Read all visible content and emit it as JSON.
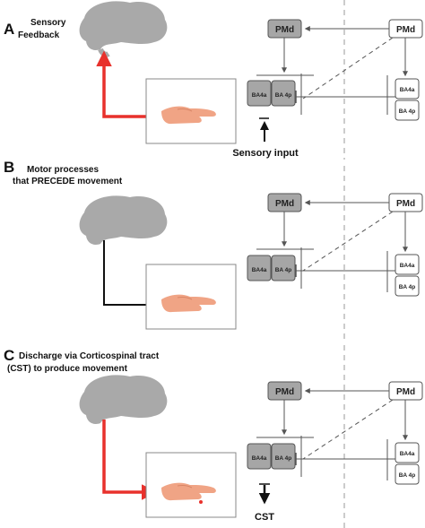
{
  "panels": [
    {
      "letter": "A",
      "caption_lines": [
        "Sensory",
        "Feedback"
      ],
      "signal_mode": "feedback",
      "arrow_color": "#e8312c",
      "node_left": "PMd",
      "node_right": "PMd",
      "area_left_a": "BA4a",
      "area_left_b": "BA 4p",
      "area_right_a": "BA4a",
      "area_right_b": "BA 4p",
      "io_label": "Sensory input",
      "io_direction": "up"
    },
    {
      "letter": "B",
      "caption_lines": [
        "Motor processes",
        "that PRECEDE movement"
      ],
      "signal_mode": "preceding",
      "arrow_color": "#111111",
      "node_left": "PMd",
      "node_right": "PMd",
      "area_left_a": "BA4a",
      "area_left_b": "BA 4p",
      "area_right_a": "BA4a",
      "area_right_b": "BA 4p",
      "io_label": "",
      "io_direction": "none"
    },
    {
      "letter": "C",
      "caption_lines": [
        "Discharge via Corticospinal tract",
        "(CST) to produce movement"
      ],
      "signal_mode": "discharge",
      "arrow_color": "#e8312c",
      "node_left": "PMd",
      "node_right": "PMd",
      "area_left_a": "BA4a",
      "area_left_b": "BA 4p",
      "area_right_a": "BA4a",
      "area_right_b": "BA 4p",
      "io_label": "CST",
      "io_direction": "down"
    }
  ],
  "colors": {
    "brain": "#a9a9a9",
    "node_fill": "#a6a6a6",
    "node_right_fill": "#ffffff",
    "hand": "#f0a485",
    "line": "#555555",
    "midline": "#9a9a9a",
    "accent_red": "#e8312c"
  },
  "icons": {
    "brain": "brain-icon",
    "hand": "hand-icon"
  }
}
